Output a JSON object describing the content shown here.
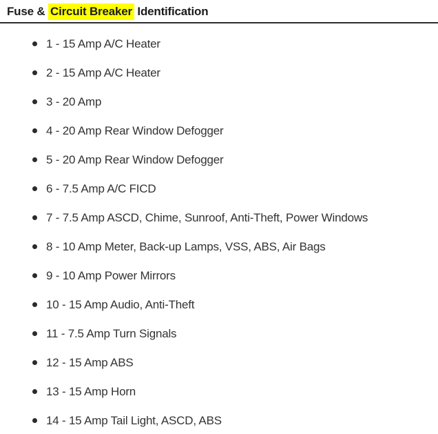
{
  "title": {
    "prefix": "Fuse & ",
    "highlight": "Circuit Breaker",
    "suffix": " Identification"
  },
  "colors": {
    "highlight_background": "#ffff00",
    "heading_text": "#1c1c1c",
    "list_text": "#333333",
    "rule": "#2b2b2b"
  },
  "list": {
    "items": [
      "1 - 15 Amp A/C Heater",
      "2 - 15 Amp A/C Heater",
      "3 - 20 Amp",
      "4 - 20 Amp Rear Window Defogger",
      "5 - 20 Amp Rear Window Defogger",
      "6 - 7.5 Amp A/C FICD",
      "7 - 7.5 Amp ASCD, Chime, Sunroof, Anti-Theft, Power Windows",
      "8 - 10 Amp Meter, Back-up Lamps, VSS, ABS, Air Bags",
      "9 - 10 Amp Power Mirrors",
      "10 - 15 Amp Audio, Anti-Theft",
      "11 - 7.5 Amp Turn Signals",
      "12 - 15 Amp ABS",
      "13 - 15 Amp Horn",
      "14 - 15 Amp Tail Light, ASCD, ABS"
    ]
  }
}
